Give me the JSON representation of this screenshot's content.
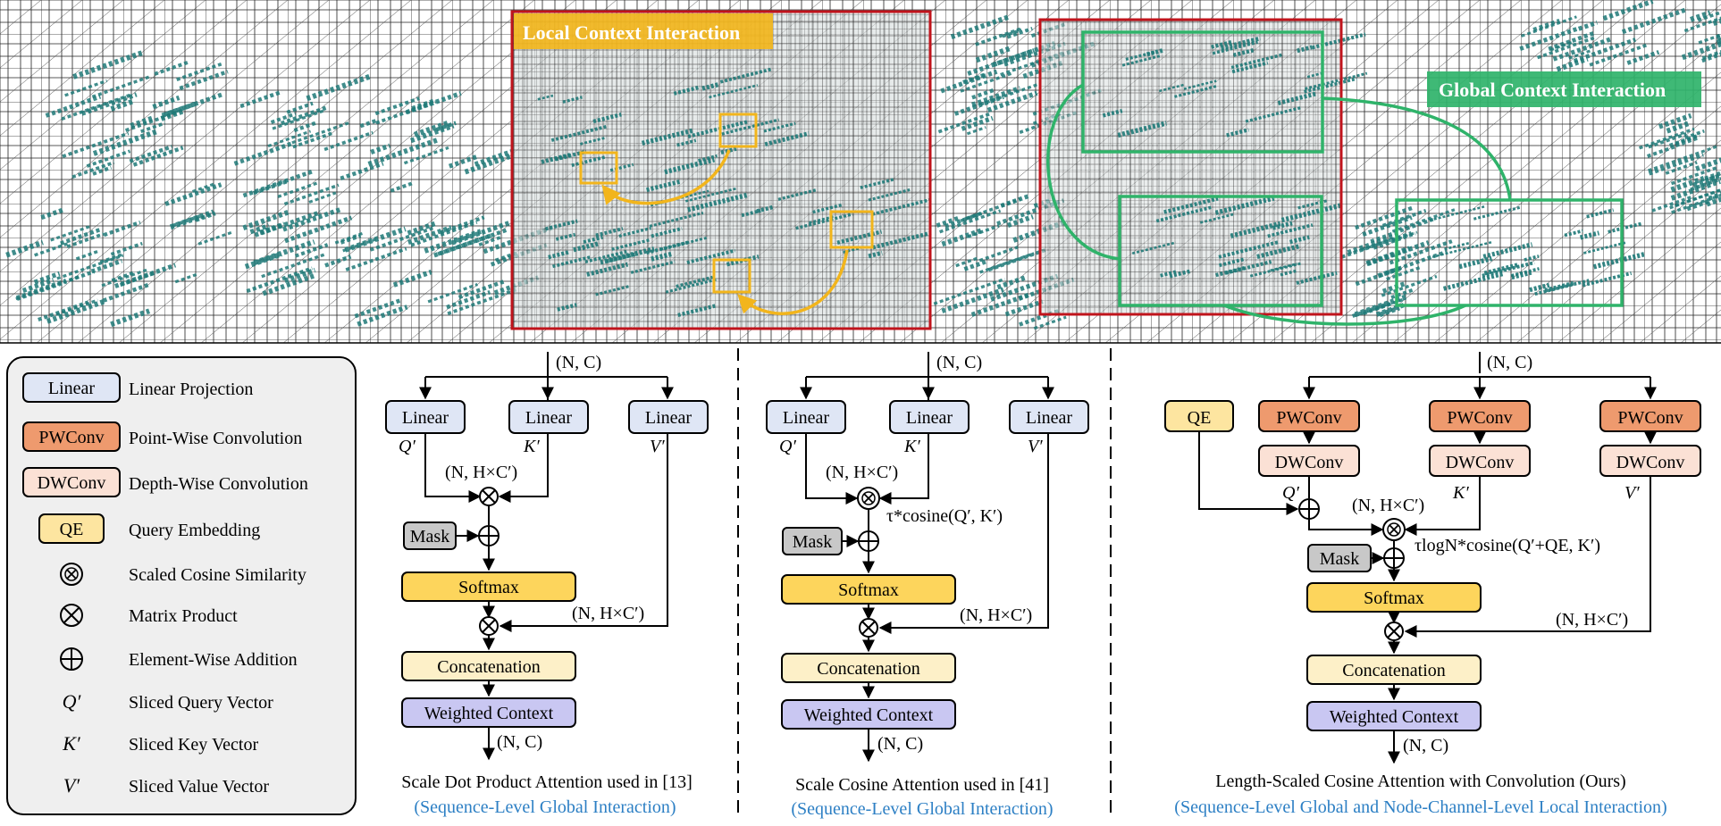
{
  "top_panel": {
    "local_label": "Local Context Interaction",
    "global_label": "Global Context Interaction",
    "colors": {
      "red_frame": "#c0141c",
      "local_box": "#f2b51c",
      "global_box": "#2fb36a",
      "cloud": "#1f7a78",
      "mesh": "#000000"
    }
  },
  "legend": {
    "items": [
      {
        "symbol": "Linear",
        "kind": "box",
        "fill": "#dfe6f5",
        "text": "Linear Projection"
      },
      {
        "symbol": "PWConv",
        "kind": "box",
        "fill": "#ee9a6e",
        "text": "Point-Wise Convolution"
      },
      {
        "symbol": "DWConv",
        "kind": "box",
        "fill": "#fbe1d5",
        "text": "Depth-Wise Convolution"
      },
      {
        "symbol": "QE",
        "kind": "box",
        "fill": "#fde5a0",
        "text": "Query Embedding"
      },
      {
        "symbol": "",
        "kind": "ocross",
        "fill": "",
        "text": "Scaled Cosine Similarity"
      },
      {
        "symbol": "",
        "kind": "otimes",
        "fill": "",
        "text": "Matrix Product"
      },
      {
        "symbol": "",
        "kind": "oplus",
        "fill": "",
        "text": "Element-Wise Addition"
      },
      {
        "symbol": "Q′",
        "kind": "italic",
        "fill": "",
        "text": "Sliced Query Vector"
      },
      {
        "symbol": "K′",
        "kind": "italic",
        "fill": "",
        "text": "Sliced Key Vector"
      },
      {
        "symbol": "V′",
        "kind": "italic",
        "fill": "",
        "text": "Sliced Value Vector"
      }
    ]
  },
  "panels": [
    {
      "input": "(N, C)",
      "linear": "Linear",
      "q": "Q′",
      "k": "K′",
      "v": "V′",
      "dims": "(N, H×C′)",
      "mask": "Mask",
      "softmax": "Softmax",
      "dims2": "(N, H×C′)",
      "concat": "Concatenation",
      "weighted": "Weighted Context",
      "output": "(N, C)",
      "caption": "Scale Dot Product Attention used in [13]",
      "subcaption": "(Sequence-Level Global Interaction)"
    },
    {
      "input": "(N, C)",
      "linear": "Linear",
      "q": "Q′",
      "k": "K′",
      "v": "V′",
      "dims": "(N, H×C′)",
      "formula": "τ*cosine(Q′, K′)",
      "mask": "Mask",
      "softmax": "Softmax",
      "dims2": "(N, H×C′)",
      "concat": "Concatenation",
      "weighted": "Weighted Context",
      "output": "(N, C)",
      "caption": "Scale Cosine Attention used in [41]",
      "subcaption": "(Sequence-Level Global Interaction)"
    },
    {
      "input": "(N, C)",
      "qe": "QE",
      "pwconv": "PWConv",
      "dwconv": "DWConv",
      "q": "Q′",
      "k": "K′",
      "v": "V′",
      "dims": "(N, H×C′)",
      "formula": "τlogN*cosine(Q′+QE, K′)",
      "mask": "Mask",
      "softmax": "Softmax",
      "dims2": "(N, H×C′)",
      "concat": "Concatenation",
      "weighted": "Weighted Context",
      "output": "(N, C)",
      "caption": "Length-Scaled Cosine Attention with Convolution (Ours)",
      "subcaption": "(Sequence-Level Global and Node-Channel-Level Local Interaction)"
    }
  ],
  "colors": {
    "linear": "#dfe6f5",
    "pwconv": "#ee9a6e",
    "dwconv": "#fbe1d5",
    "qe": "#fde5a0",
    "mask": "#c8c8c8",
    "softmax": "#fdd55c",
    "concat": "#fdf0c8",
    "weighted": "#c9c7f2",
    "subcaption": "#2c7fc4"
  }
}
